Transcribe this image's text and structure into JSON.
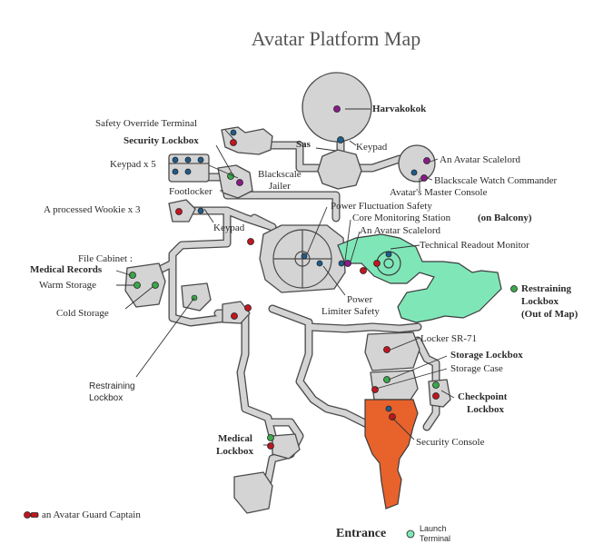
{
  "title": "Avatar Platform Map",
  "labels": {
    "harvakokok": "Harvakokok",
    "safety_override_terminal": "Safety Override Terminal",
    "security_lockbox": "Security Lockbox",
    "sas": "Sas",
    "keypad_top": "Keypad",
    "avatar_scalelord_top": "An Avatar Scalelord",
    "blackscale_watch_commander": "Blackscale Watch Commander",
    "keypad_x5": "Keypad x 5",
    "blackscale_jailer": "Blackscale\nJailer",
    "avatars_master_console": "Avatar's Master Console",
    "footlocker": "Footlocker",
    "processed_wookie": "A processed Wookie x 3",
    "keypad_left": "Keypad",
    "power_fluctuation_safety": "Power Fluctuation Safety",
    "core_monitoring_station": "Core Monitoring Station",
    "on_balcony": "(on Balcony)",
    "avatar_scalelord_mid": "An Avatar Scalelord",
    "technical_readout_monitor": "Technical Readout Monitor",
    "file_cabinet": "File Cabinet :",
    "medical_records": "Medical Records",
    "warm_storage": "Warm Storage",
    "cold_storage": "Cold Storage",
    "power_limiter_safety": "Power\nLimiter Safety",
    "restraining_lockbox_out": "Restraining\nLockbox\n(Out of Map)",
    "locker_sr71": "Locker SR-71",
    "storage_lockbox": "Storage Lockbox",
    "storage_case": "Storage Case",
    "restraining_lockbox_in": "Restraining\nLockbox",
    "checkpoint_lockbox": "Checkpoint\nLockbox",
    "medical_lockbox": "Medical\nLockbox",
    "security_console": "Security Console",
    "entrance": "Entrance",
    "launch_terminal": "Launch\nTerminal"
  },
  "legend": {
    "guard_captain": "an Avatar Guard Captain",
    "guard_captain_icon": "red-dot-pair-icon"
  },
  "colors": {
    "enemy_red": "#c0161f",
    "boss_purple": "#8a1a8a",
    "terminal_blue": "#1f5d8c",
    "container_green": "#3aa84a",
    "balcony_green": "#7fe6b8",
    "entrance_orange": "#e8622c",
    "room_gray": "#d4d4d4"
  }
}
